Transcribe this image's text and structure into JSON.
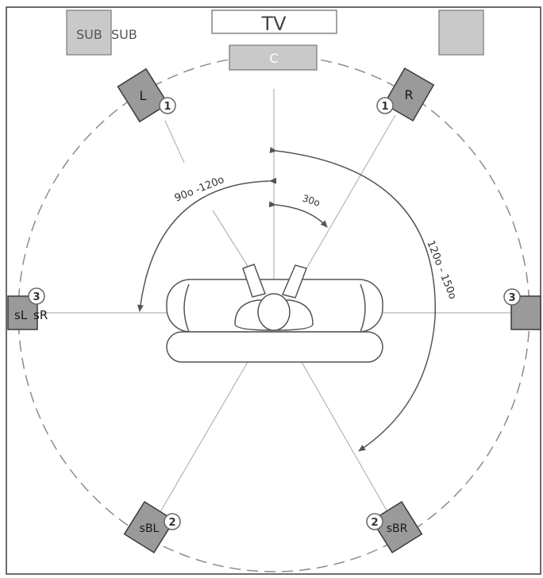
{
  "labels": {
    "tv": "TV",
    "center": "C",
    "sub_left": "SUB",
    "sub_right": "SUB",
    "front_left": "L",
    "front_right": "R",
    "surround_left": "sL",
    "surround_right": "sR",
    "back_left": "sBL",
    "back_right": "sBR"
  },
  "badges": {
    "front": "1",
    "back": "2",
    "surround": "3"
  },
  "angles": {
    "front": "30o",
    "surround": "90o -120o",
    "back": "120o - 150o"
  },
  "colors": {
    "speaker_fill": "#9a9a9a",
    "speaker_stroke": "#3a3a3a",
    "sub_fill": "#c9c9c9",
    "sub_stroke": "#777777",
    "circle_dash": "#8c8c8c",
    "guide_line": "#b5b5b5",
    "arc_arrow": "#555555",
    "badge_stroke": "#666666",
    "frame": "#3c3c3c"
  }
}
